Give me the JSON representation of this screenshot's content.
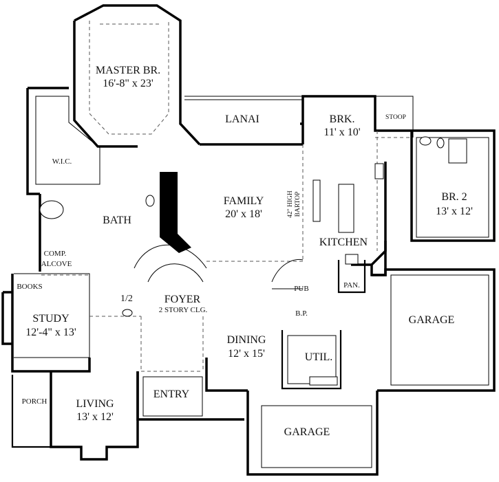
{
  "rooms": {
    "master": {
      "name": "MASTER BR.",
      "size": "16'-8\" x 23'"
    },
    "lanai": {
      "name": "LANAI"
    },
    "brk": {
      "name": "BRK.",
      "size": "11' x 10'"
    },
    "stoop": {
      "name": "STOOP"
    },
    "wic": {
      "name": "W.I.C."
    },
    "family": {
      "name": "FAMILY",
      "size": "20' x 18'"
    },
    "bartop": {
      "line1": "42\" HIGH",
      "line2": "BARTOP"
    },
    "br2": {
      "name": "BR. 2",
      "size": "13' x 12'"
    },
    "bath": {
      "name": "BATH"
    },
    "kitchen": {
      "name": "KITCHEN"
    },
    "comp": {
      "line1": "COMP.",
      "line2": "ALCOVE"
    },
    "books": {
      "name": "BOOKS"
    },
    "pub": {
      "name": "PUB"
    },
    "pan": {
      "name": "PAN."
    },
    "half": {
      "name": "1/2"
    },
    "foyer": {
      "name": "FOYER",
      "note": "2 STORY CLG."
    },
    "bp": {
      "name": "B.P."
    },
    "garage1": {
      "name": "GARAGE"
    },
    "study": {
      "name": "STUDY",
      "size": "12'-4\" x 13'"
    },
    "dining": {
      "name": "DINING",
      "size": "12' x 15'"
    },
    "util": {
      "name": "UTIL."
    },
    "entry": {
      "name": "ENTRY"
    },
    "porch": {
      "name": "PORCH"
    },
    "living": {
      "name": "LIVING",
      "size": "13' x 12'"
    },
    "garage2": {
      "name": "GARAGE"
    }
  }
}
